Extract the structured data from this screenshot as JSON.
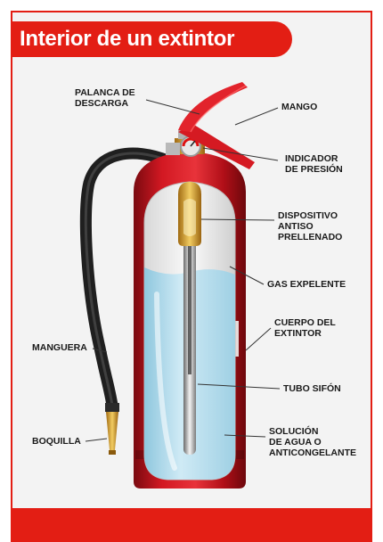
{
  "title": "Interior de un extintor",
  "colors": {
    "accent": "#e31e14",
    "body_red": "#c8101b",
    "liquid": "#bfe3f2",
    "brass": "#d9a640"
  },
  "labels": {
    "palanca": "PALANCA DE\nDESCARGA",
    "mango": "MANGO",
    "indicador": "INDICADOR\nDE PRESIÓN",
    "dispositivo": "DISPOSITIVO\nANTISO\nPRELLENADO",
    "gas": "GAS EXPELENTE",
    "cuerpo": "CUERPO DEL\nEXTINTOR",
    "manguera": "MANGUERA",
    "tubo": "TUBO SIFÓN",
    "boquilla": "BOQUILLA",
    "solucion": "SOLUCIÓN\nDE AGUA O\nANTICONGELANTE"
  }
}
